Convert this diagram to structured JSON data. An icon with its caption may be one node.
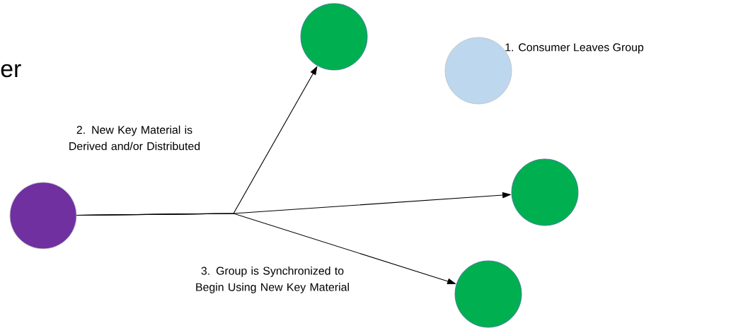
{
  "diagram": {
    "nodes": [
      {
        "text": [],
        "shape": "circle"
      },
      {
        "text": [],
        "shape": "circle"
      },
      {
        "text": [],
        "shape": "circle",
        "beside": [
          "1. Consumer Leaves Group"
        ]
      },
      {
        "text": [],
        "shape": "circle"
      },
      {
        "text": [],
        "shape": "circle"
      }
    ],
    "edges": [
      {
        "from": 0,
        "to": 1,
        "arrow": "to"
      },
      {
        "from": 0,
        "to": 3,
        "arrow": "to"
      },
      {
        "from": 0,
        "to": 4,
        "arrow": "to"
      }
    ],
    "labels": [
      "er",
      "2. New Key Material is Derived and/or Distributed",
      "3. Group is Synchronized to Begin Using New Key Material"
    ]
  }
}
